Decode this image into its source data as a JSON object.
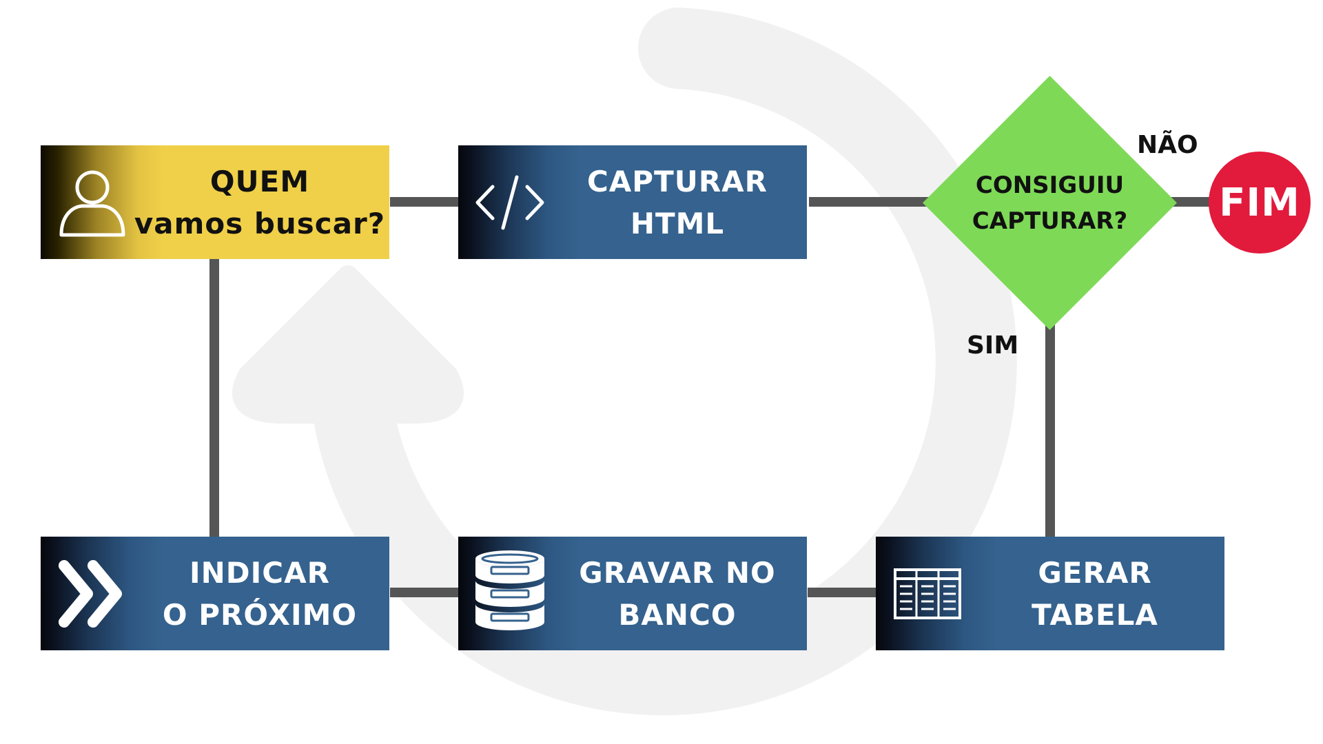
{
  "nodes": {
    "start": {
      "lines": [
        "QUEM",
        "vamos buscar?"
      ],
      "icon": "person-icon"
    },
    "capture": {
      "lines": [
        "CAPTURAR",
        "HTML"
      ],
      "icon": "code-icon"
    },
    "decision": {
      "lines": [
        "CONSIGUIU",
        "CAPTURAR?"
      ]
    },
    "end": {
      "label": "FIM"
    },
    "table": {
      "lines": [
        "GERAR",
        "TABELA"
      ],
      "icon": "table-icon"
    },
    "save": {
      "lines": [
        "GRAVAR NO",
        "BANCO"
      ],
      "icon": "database-icon"
    },
    "next": {
      "lines": [
        "INDICAR",
        "O PRÓXIMO"
      ],
      "icon": "double-chevron-right-icon"
    }
  },
  "edges": {
    "no_label": "NÃO",
    "yes_label": "SIM"
  },
  "colors": {
    "box_blue": "#35628e",
    "box_yellow": "#f0d049",
    "decision_green": "#7ed957",
    "end_red": "#e21a3c",
    "connector": "#555555",
    "background_arrow": "#f1f1f1"
  }
}
